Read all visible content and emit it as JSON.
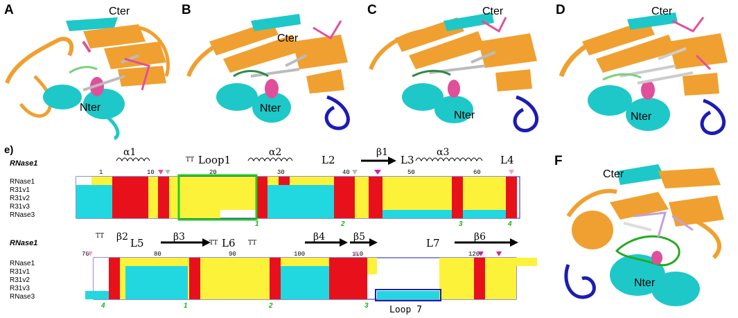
{
  "panels": {
    "A": {
      "label": "A",
      "cter": "Cter",
      "nter": "Nter"
    },
    "B": {
      "label": "B",
      "cter": "Cter",
      "nter": "Nter"
    },
    "C": {
      "label": "C",
      "cter": "Cter",
      "nter": "Nter"
    },
    "D": {
      "label": "D",
      "cter": "Cter",
      "nter": "Nter"
    },
    "F": {
      "label": "F",
      "cter": "Cter",
      "nter": "Nter"
    }
  },
  "alignment": {
    "panel_label": "e)",
    "reference": "RNase1",
    "sequences": [
      "RNase1",
      "R31v1",
      "R31v2",
      "R31v3",
      "RNase3"
    ],
    "block1": {
      "ss_labels": [
        "α1",
        "Loop1",
        "α2",
        "L2",
        "β1",
        "L3",
        "α3",
        "L4"
      ],
      "tt_marks": [
        "TT"
      ],
      "numbers": [
        "1",
        "10",
        "20",
        "30",
        "40",
        "50",
        "60"
      ],
      "green_numbers": [
        "1",
        "2",
        "3",
        "4"
      ]
    },
    "block2": {
      "ss_labels": [
        "β2",
        "L5",
        "β3",
        "L6",
        "β4",
        "β5",
        "L7",
        "β6"
      ],
      "tt_marks": [
        "TT",
        "TT",
        "TT"
      ],
      "numbers": [
        "70",
        "80",
        "90",
        "100",
        "110",
        "120"
      ],
      "green_numbers": [
        "4",
        "1",
        "2",
        "3"
      ],
      "loop7_label": "Loop 7"
    }
  },
  "colors": {
    "helix_cyan": "#1ec8c8",
    "sheet_orange": "#f0a030",
    "loop_blue": "#1c1cb4",
    "ligand_pink": "#e0509a",
    "identity_red": "#e8111b",
    "similar_yellow": "#fdf23a",
    "cyan_block": "#22d8e0",
    "loop_green": "#22cc22"
  }
}
